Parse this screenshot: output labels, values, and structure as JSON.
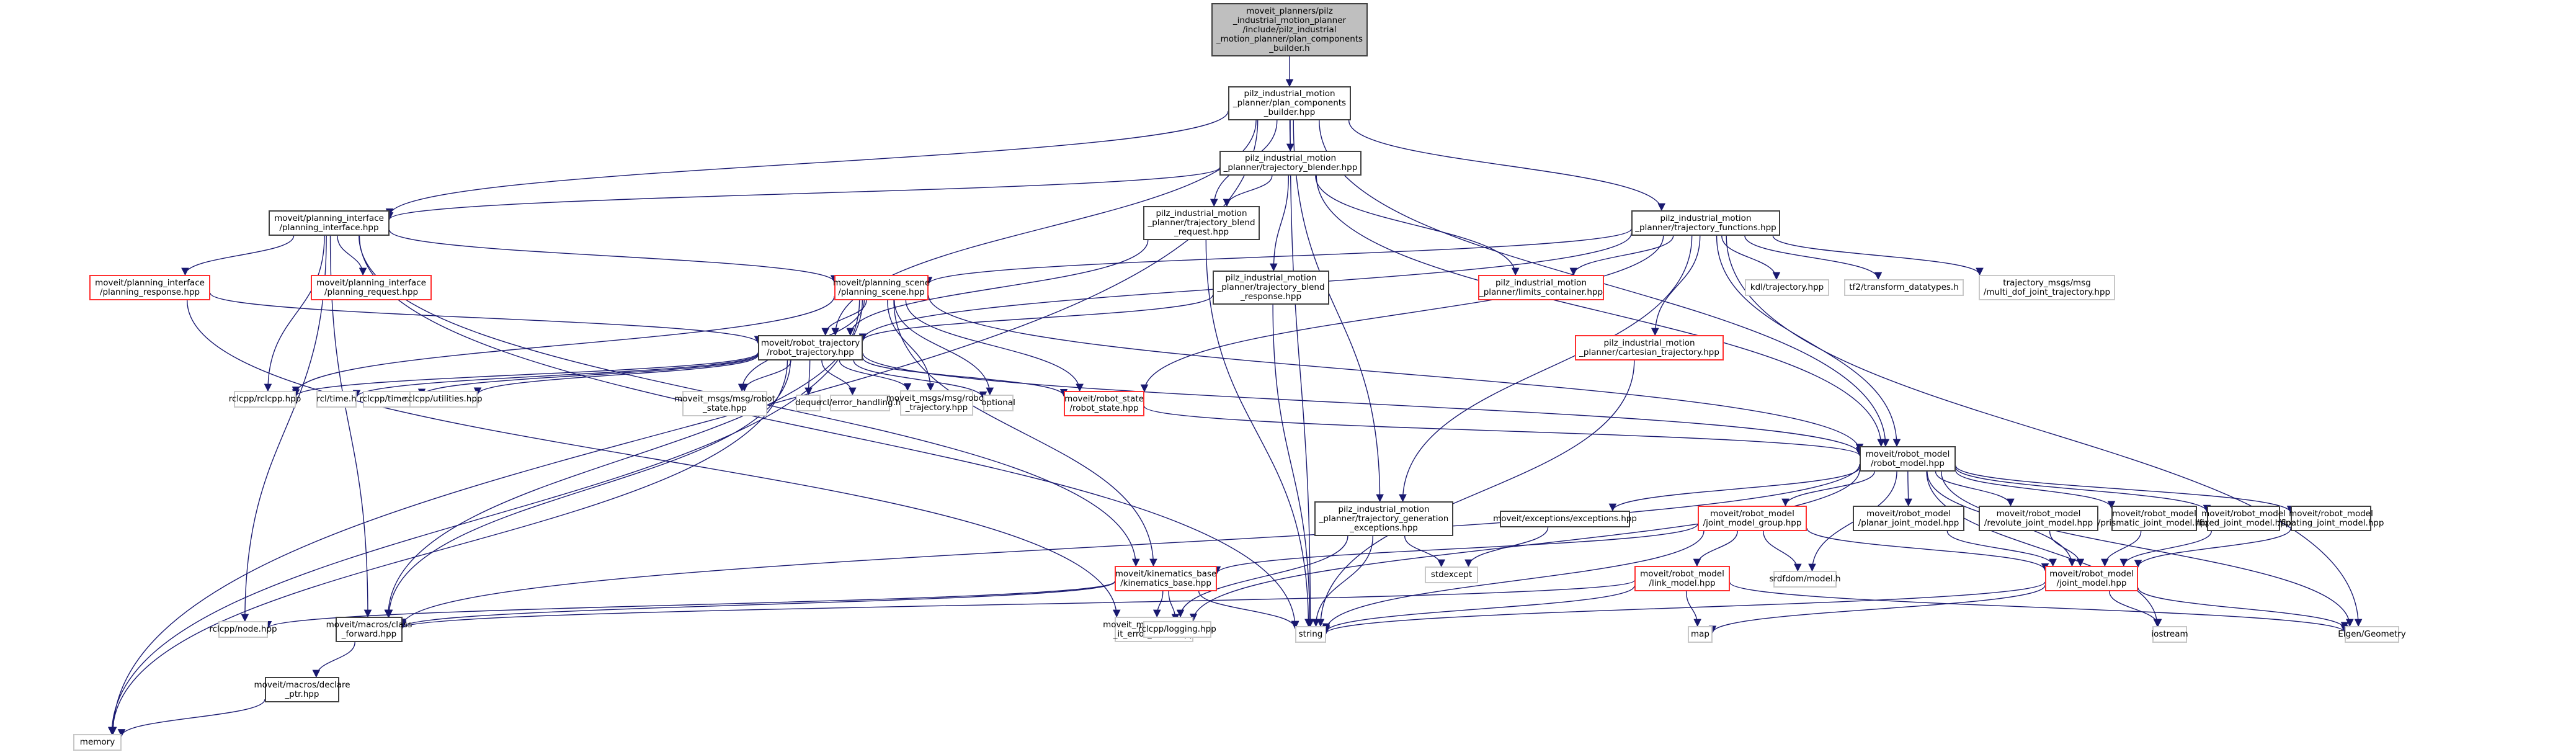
{
  "graph": {
    "title": "Include dependency graph for plan_components_builder.h",
    "edge_color": "#191970",
    "legend_colors": {
      "root_fill": "#bfbfbf",
      "documented_border": "#404040",
      "truncated_border": "#ff3030",
      "external_border": "#c8c8c8"
    },
    "nodes": [
      {
        "id": "root",
        "kind": "root",
        "label": "moveit_planners/pilz\n_industrial_motion_planner\n/include/pilz_industrial\n_motion_planner/plan_components\n_builder.h"
      },
      {
        "id": "pcb",
        "kind": "doc",
        "label": "pilz_industrial_motion\n_planner/plan_components\n_builder.hpp"
      },
      {
        "id": "tb",
        "kind": "doc",
        "label": "pilz_industrial_motion\n_planner/trajectory_blender.hpp"
      },
      {
        "id": "pi",
        "kind": "doc",
        "label": "moveit/planning_interface\n/planning_interface.hpp"
      },
      {
        "id": "tbreq",
        "kind": "doc",
        "label": "pilz_industrial_motion\n_planner/trajectory_blend\n_request.hpp"
      },
      {
        "id": "tf",
        "kind": "doc",
        "label": "pilz_industrial_motion\n_planner/trajectory_functions.hpp"
      },
      {
        "id": "presp",
        "kind": "red",
        "label": "moveit/planning_interface\n/planning_response.hpp"
      },
      {
        "id": "preq",
        "kind": "red",
        "label": "moveit/planning_interface\n/planning_request.hpp"
      },
      {
        "id": "ps",
        "kind": "red",
        "label": "moveit/planning_scene\n/planning_scene.hpp"
      },
      {
        "id": "tbresp",
        "kind": "doc",
        "label": "pilz_industrial_motion\n_planner/trajectory_blend\n_response.hpp"
      },
      {
        "id": "lc",
        "kind": "red",
        "label": "pilz_industrial_motion\n_planner/limits_container.hpp"
      },
      {
        "id": "kdl",
        "kind": "ext",
        "label": "kdl/trajectory.hpp"
      },
      {
        "id": "tf2",
        "kind": "ext",
        "label": "tf2/transform_datatypes.h"
      },
      {
        "id": "mdjt",
        "kind": "ext",
        "label": "trajectory_msgs/msg\n/multi_dof_joint_trajectory.hpp"
      },
      {
        "id": "ct",
        "kind": "red",
        "label": "pilz_industrial_motion\n_planner/cartesian_trajectory.hpp"
      },
      {
        "id": "rt",
        "kind": "doc",
        "label": "moveit/robot_trajectory\n/robot_trajectory.hpp"
      },
      {
        "id": "rclcpp",
        "kind": "ext",
        "label": "rclcpp/rclcpp.hpp"
      },
      {
        "id": "rcltime",
        "kind": "ext",
        "label": "rcl/time.h"
      },
      {
        "id": "rclcpptime",
        "kind": "ext",
        "label": "rclcpp/time.hpp"
      },
      {
        "id": "util",
        "kind": "ext",
        "label": "rclcpp/utilities.hpp"
      },
      {
        "id": "mrs",
        "kind": "ext",
        "label": "moveit_msgs/msg/robot\n_state.hpp"
      },
      {
        "id": "deque",
        "kind": "ext",
        "label": "deque"
      },
      {
        "id": "err",
        "kind": "ext",
        "label": "rcl/error_handling.h"
      },
      {
        "id": "mrt",
        "kind": "ext",
        "label": "moveit_msgs/msg/robot\n_trajectory.hpp"
      },
      {
        "id": "optional",
        "kind": "ext",
        "label": "optional"
      },
      {
        "id": "rs",
        "kind": "red",
        "label": "moveit/robot_state\n/robot_state.hpp"
      },
      {
        "id": "rm",
        "kind": "doc",
        "label": "moveit/robot_model\n/robot_model.hpp"
      },
      {
        "id": "tge",
        "kind": "doc",
        "label": "pilz_industrial_motion\n_planner/trajectory_generation\n_exceptions.hpp"
      },
      {
        "id": "exc",
        "kind": "doc",
        "label": "moveit/exceptions/exceptions.hpp"
      },
      {
        "id": "jmg",
        "kind": "red",
        "label": "moveit/robot_model\n/joint_model_group.hpp"
      },
      {
        "id": "planar",
        "kind": "doc",
        "label": "moveit/robot_model\n/planar_joint_model.hpp"
      },
      {
        "id": "revolute",
        "kind": "doc",
        "label": "moveit/robot_model\n/revolute_joint_model.hpp"
      },
      {
        "id": "prismatic",
        "kind": "doc",
        "label": "moveit/robot_model\n/prismatic_joint_model.hpp"
      },
      {
        "id": "fixed",
        "kind": "doc",
        "label": "moveit/robot_model\n/fixed_joint_model.hpp"
      },
      {
        "id": "floating",
        "kind": "doc",
        "label": "moveit/robot_model\n/floating_joint_model.hpp"
      },
      {
        "id": "stdexcept",
        "kind": "ext",
        "label": "stdexcept"
      },
      {
        "id": "srdf",
        "kind": "ext",
        "label": "srdfdom/model.h"
      },
      {
        "id": "kb",
        "kind": "red",
        "label": "moveit/kinematics_base\n/kinematics_base.hpp"
      },
      {
        "id": "lm",
        "kind": "red",
        "label": "moveit/robot_model\n/link_model.hpp"
      },
      {
        "id": "jm",
        "kind": "red",
        "label": "moveit/robot_model\n/joint_model.hpp"
      },
      {
        "id": "node",
        "kind": "ext",
        "label": "rclcpp/node.hpp"
      },
      {
        "id": "cf",
        "kind": "doc",
        "label": "moveit/macros/class\n_forward.hpp"
      },
      {
        "id": "mec",
        "kind": "ext",
        "label": "moveit_msgs/msg/move\n_it_error_codes.hpp"
      },
      {
        "id": "logging",
        "kind": "ext",
        "label": "rclcpp/logging.hpp"
      },
      {
        "id": "string",
        "kind": "ext",
        "label": "string"
      },
      {
        "id": "map",
        "kind": "ext",
        "label": "map"
      },
      {
        "id": "iostream",
        "kind": "ext",
        "label": "iostream"
      },
      {
        "id": "eigen",
        "kind": "ext",
        "label": "Eigen/Geometry"
      },
      {
        "id": "dp",
        "kind": "doc",
        "label": "moveit/macros/declare\n_ptr.hpp"
      },
      {
        "id": "memory",
        "kind": "ext",
        "label": "memory"
      }
    ],
    "edges": [
      [
        "root",
        "pcb"
      ],
      [
        "pcb",
        "tb"
      ],
      [
        "pcb",
        "pi"
      ],
      [
        "pcb",
        "tbreq"
      ],
      [
        "pcb",
        "tf"
      ],
      [
        "pcb",
        "rt"
      ],
      [
        "pcb",
        "rm"
      ],
      [
        "pcb",
        "tge"
      ],
      [
        "pcb",
        "string"
      ],
      [
        "pcb",
        "memory"
      ],
      [
        "tb",
        "pi"
      ],
      [
        "tb",
        "tbreq"
      ],
      [
        "tb",
        "tbresp"
      ],
      [
        "tb",
        "lc"
      ],
      [
        "tb",
        "rm"
      ],
      [
        "pi",
        "presp"
      ],
      [
        "pi",
        "preq"
      ],
      [
        "pi",
        "ps"
      ],
      [
        "pi",
        "rclcpp"
      ],
      [
        "pi",
        "node"
      ],
      [
        "pi",
        "cf"
      ],
      [
        "pi",
        "kb"
      ],
      [
        "pi",
        "string"
      ],
      [
        "presp",
        "rt"
      ],
      [
        "presp",
        "mec"
      ],
      [
        "tbreq",
        "rt"
      ],
      [
        "tbreq",
        "string"
      ],
      [
        "tbresp",
        "rt"
      ],
      [
        "tbresp",
        "string"
      ],
      [
        "tf",
        "ps"
      ],
      [
        "tf",
        "rt"
      ],
      [
        "tf",
        "lc"
      ],
      [
        "tf",
        "ct"
      ],
      [
        "tf",
        "rs"
      ],
      [
        "tf",
        "tge"
      ],
      [
        "tf",
        "kdl"
      ],
      [
        "tf",
        "tf2"
      ],
      [
        "tf",
        "mdjt"
      ],
      [
        "tf",
        "eigen"
      ],
      [
        "tf",
        "rm"
      ],
      [
        "ps",
        "rt"
      ],
      [
        "ps",
        "rs"
      ],
      [
        "ps",
        "rclcpp"
      ],
      [
        "ps",
        "mrs"
      ],
      [
        "ps",
        "mrt"
      ],
      [
        "ps",
        "optional"
      ],
      [
        "ps",
        "memory"
      ],
      [
        "ps",
        "cf"
      ],
      [
        "ps",
        "kb"
      ],
      [
        "ps",
        "rm"
      ],
      [
        "rt",
        "rclcpp"
      ],
      [
        "rt",
        "rcltime"
      ],
      [
        "rt",
        "rclcpptime"
      ],
      [
        "rt",
        "util"
      ],
      [
        "rt",
        "mrs"
      ],
      [
        "rt",
        "deque"
      ],
      [
        "rt",
        "err"
      ],
      [
        "rt",
        "mrt"
      ],
      [
        "rt",
        "optional"
      ],
      [
        "rt",
        "rs"
      ],
      [
        "rt",
        "rm"
      ],
      [
        "rt",
        "cf"
      ],
      [
        "rt",
        "memory"
      ],
      [
        "rs",
        "rm"
      ],
      [
        "ct",
        "string"
      ],
      [
        "rm",
        "exc"
      ],
      [
        "rm",
        "jmg"
      ],
      [
        "rm",
        "planar"
      ],
      [
        "rm",
        "revolute"
      ],
      [
        "rm",
        "prismatic"
      ],
      [
        "rm",
        "fixed"
      ],
      [
        "rm",
        "floating"
      ],
      [
        "rm",
        "srdf"
      ],
      [
        "rm",
        "iostream"
      ],
      [
        "rm",
        "eigen"
      ],
      [
        "rm",
        "cf"
      ],
      [
        "rm",
        "mec"
      ],
      [
        "rm",
        "jm"
      ],
      [
        "tge",
        "stdexcept"
      ],
      [
        "tge",
        "string"
      ],
      [
        "tge",
        "mec"
      ],
      [
        "exc",
        "stdexcept"
      ],
      [
        "jmg",
        "kb"
      ],
      [
        "jmg",
        "lm"
      ],
      [
        "jmg",
        "srdf"
      ],
      [
        "jmg",
        "jm"
      ],
      [
        "jmg",
        "string"
      ],
      [
        "planar",
        "jm"
      ],
      [
        "revolute",
        "jm"
      ],
      [
        "prismatic",
        "jm"
      ],
      [
        "fixed",
        "jm"
      ],
      [
        "floating",
        "jm"
      ],
      [
        "kb",
        "node"
      ],
      [
        "kb",
        "cf"
      ],
      [
        "kb",
        "mec"
      ],
      [
        "kb",
        "logging"
      ],
      [
        "kb",
        "string"
      ],
      [
        "lm",
        "cf"
      ],
      [
        "lm",
        "map"
      ],
      [
        "lm",
        "string"
      ],
      [
        "lm",
        "eigen"
      ],
      [
        "jm",
        "string"
      ],
      [
        "jm",
        "map"
      ],
      [
        "jm",
        "iostream"
      ],
      [
        "jm",
        "eigen"
      ],
      [
        "cf",
        "dp"
      ],
      [
        "dp",
        "memory"
      ]
    ]
  }
}
